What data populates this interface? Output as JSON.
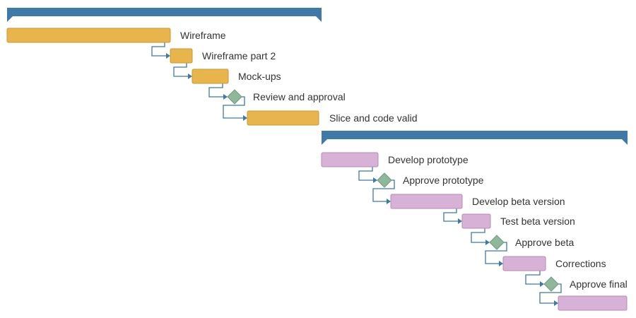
{
  "colors": {
    "summary": "#3f79a8",
    "design_task": "#e8b44c",
    "design_task_border": "#c99a35",
    "dev_task": "#d7b1d6",
    "dev_task_border": "#b48db4",
    "milestone": "#8fb89a",
    "milestone_border": "#6f9b7c",
    "connector": "#3f79a8",
    "label": "#333333"
  },
  "groups": [
    {
      "id": "group-1",
      "label": "",
      "tasks": [
        {
          "id": "wireframe",
          "label": "Wireframe",
          "kind": "task"
        },
        {
          "id": "wireframe-part-2",
          "label": "Wireframe part 2",
          "kind": "task"
        },
        {
          "id": "mock-ups",
          "label": "Mock-ups",
          "kind": "task"
        },
        {
          "id": "review-and-approval",
          "label": "Review and approval",
          "kind": "milestone"
        },
        {
          "id": "slice-and-code-valid",
          "label": "Slice and code valid",
          "kind": "task"
        }
      ]
    },
    {
      "id": "group-2",
      "label": "",
      "tasks": [
        {
          "id": "develop-prototype",
          "label": "Develop prototype",
          "kind": "task"
        },
        {
          "id": "approve-prototype",
          "label": "Approve prototype",
          "kind": "milestone"
        },
        {
          "id": "develop-beta-version",
          "label": "Develop beta version",
          "kind": "task"
        },
        {
          "id": "test-beta-version",
          "label": "Test beta version",
          "kind": "task"
        },
        {
          "id": "approve-beta",
          "label": "Approve beta",
          "kind": "milestone"
        },
        {
          "id": "corrections",
          "label": "Corrections",
          "kind": "task"
        },
        {
          "id": "approve-final",
          "label": "Approve final",
          "kind": "milestone"
        },
        {
          "id": "final-step",
          "label": "",
          "kind": "task"
        }
      ]
    }
  ],
  "dependencies": [
    [
      "wireframe",
      "wireframe-part-2"
    ],
    [
      "wireframe-part-2",
      "mock-ups"
    ],
    [
      "mock-ups",
      "review-and-approval"
    ],
    [
      "review-and-approval",
      "slice-and-code-valid"
    ],
    [
      "develop-prototype",
      "approve-prototype"
    ],
    [
      "approve-prototype",
      "develop-beta-version"
    ],
    [
      "develop-beta-version",
      "test-beta-version"
    ],
    [
      "test-beta-version",
      "approve-beta"
    ],
    [
      "approve-beta",
      "corrections"
    ],
    [
      "corrections",
      "approve-final"
    ],
    [
      "approve-final",
      "final-step"
    ]
  ]
}
